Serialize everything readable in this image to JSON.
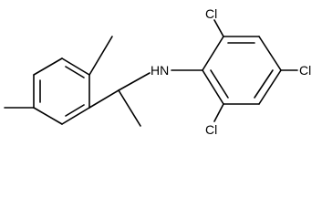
{
  "molecule": {
    "atom_labels": {
      "cl_top": "Cl",
      "cl_right": "Cl",
      "cl_bottom": "Cl",
      "amine": "HN"
    },
    "colors": {
      "bond": "#000000",
      "label": "#000000",
      "background": "#ffffff"
    }
  }
}
